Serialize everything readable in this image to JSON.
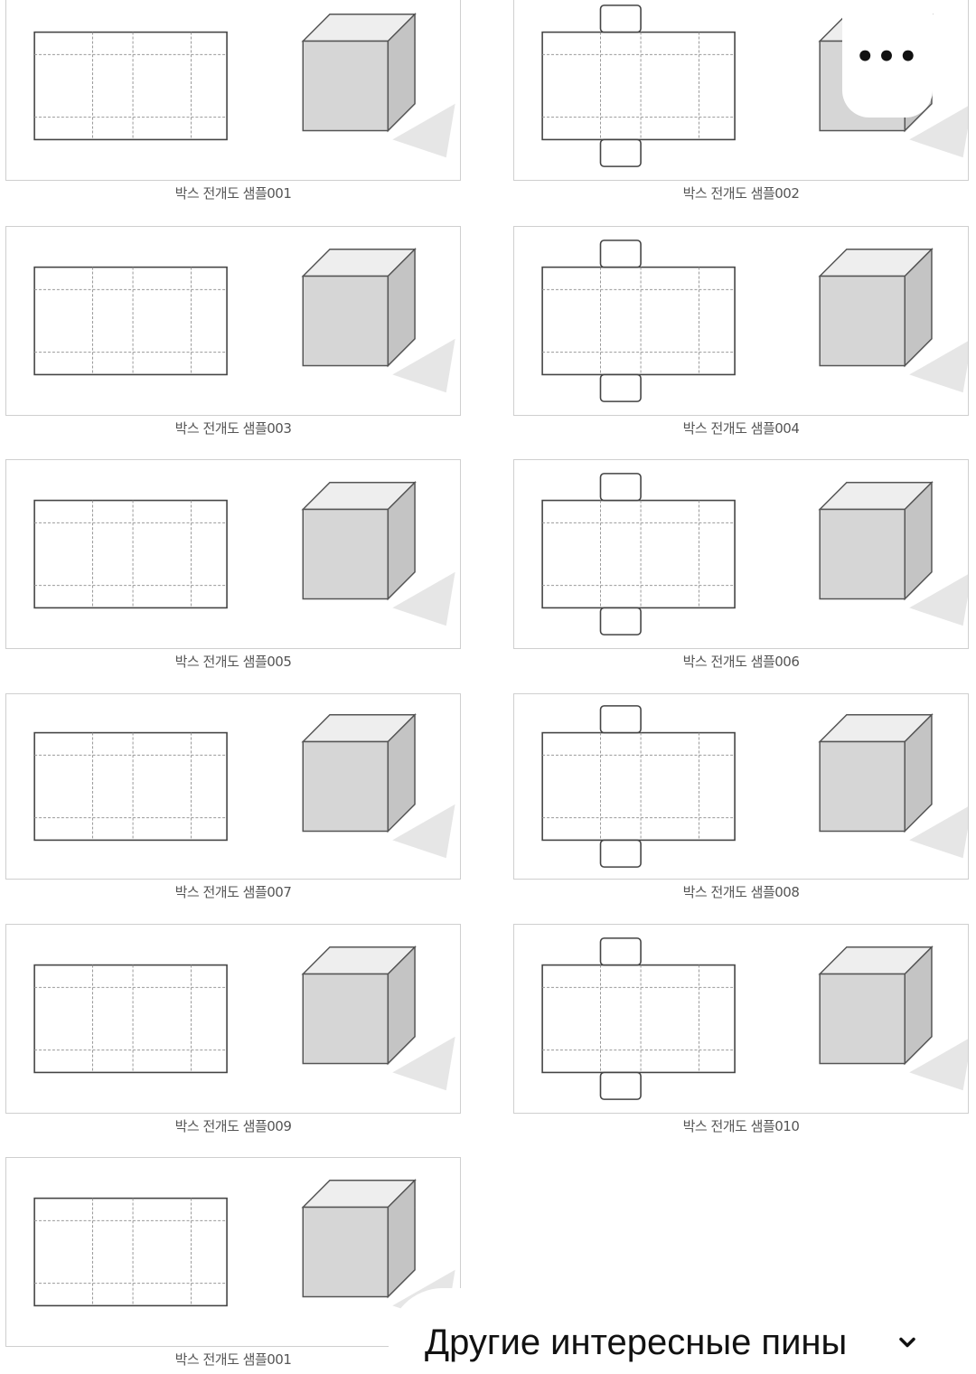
{
  "samples": [
    {
      "caption": "박스 전개도 샘플001"
    },
    {
      "caption": "박스 전개도 샘플002"
    },
    {
      "caption": "박스 전개도 샘플003"
    },
    {
      "caption": "박스 전개도 샘플004"
    },
    {
      "caption": "박스 전개도 샘플005"
    },
    {
      "caption": "박스 전개도 샘플006"
    },
    {
      "caption": "박스 전개도 샘플007"
    },
    {
      "caption": "박스 전개도 샘플008"
    },
    {
      "caption": "박스 전개도 샘플009"
    },
    {
      "caption": "박스 전개도 샘플010"
    },
    {
      "caption": "박스 전개도 샘플001"
    }
  ],
  "overlay": {
    "more_label": "•••",
    "footer_label": "Другие интересные пины",
    "footer_icon": "chevron-down-icon"
  }
}
